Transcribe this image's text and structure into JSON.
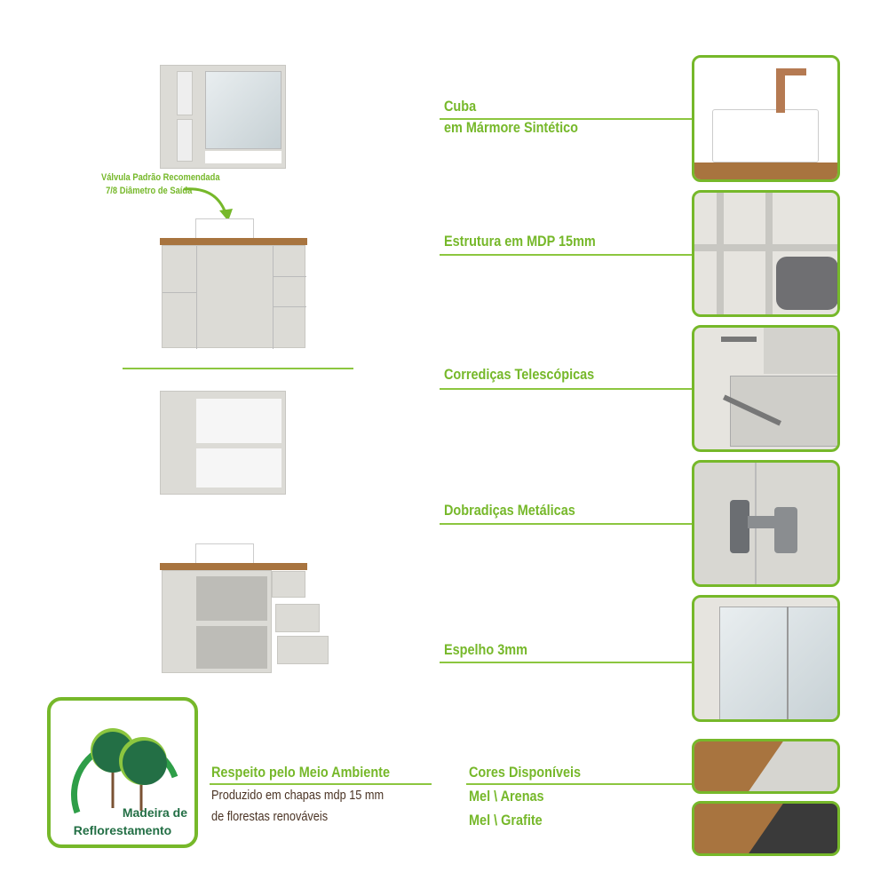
{
  "callout": {
    "line1": "Válvula Padrão Recomendada",
    "line2": "7/8 Diâmetro de Saída"
  },
  "features": [
    {
      "line1": "Cuba",
      "line2": "em Mármore Sintético",
      "image": "sink-closeup"
    },
    {
      "line1": "Estrutura em MDP 15mm",
      "image": "shelves-closeup"
    },
    {
      "line1": "Corrediças Telescópicas",
      "image": "drawer-slides-closeup"
    },
    {
      "line1": "Dobradiças Metálicas",
      "image": "hinge-closeup"
    },
    {
      "line1": "Espelho 3mm",
      "image": "mirror-closeup"
    }
  ],
  "eco": {
    "badge_line1": "Madeira de",
    "badge_line2": "Reflorestamento",
    "title": "Respeito pelo Meio Ambiente",
    "desc1": "Produzido em chapas mdp 15 mm",
    "desc2": "de florestas renováveis"
  },
  "colors": {
    "title": "Cores Disponíveis",
    "options": [
      "Mel \\ Arenas",
      "Mel \\ Grafite"
    ],
    "swatches": [
      [
        "#a8743f",
        "#d6d5d0"
      ],
      [
        "#a8743f",
        "#3a3a3a"
      ]
    ]
  },
  "accent": "#76b82a"
}
